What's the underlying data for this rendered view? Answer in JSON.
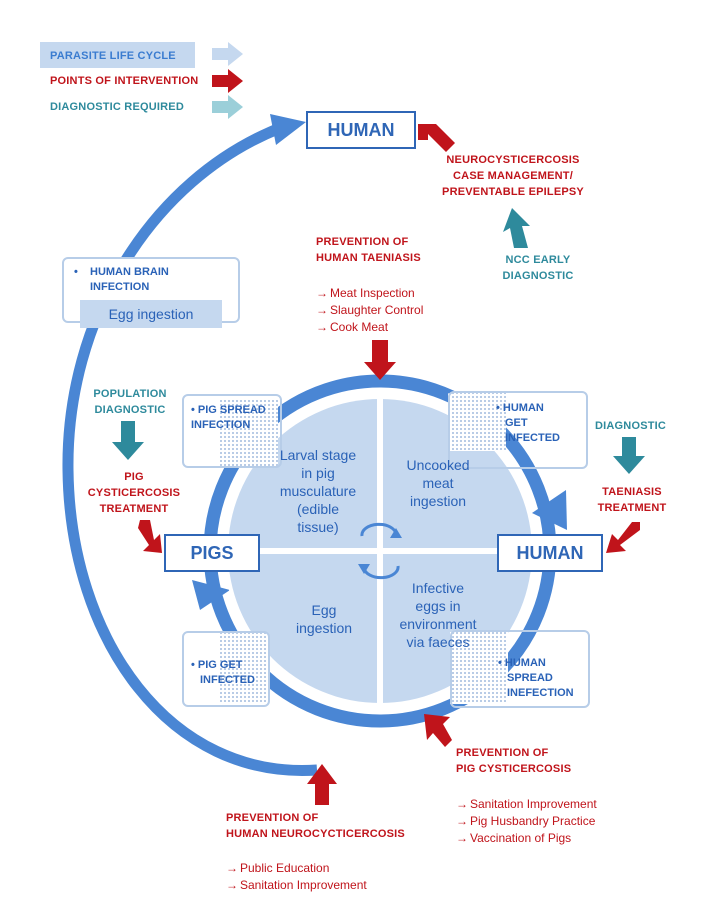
{
  "legend": {
    "life_cycle": "PARASITE LIFE CYCLE",
    "intervention": "POINTS OF INTERVENTION",
    "diagnostic": "DIAGNOSTIC REQUIRED"
  },
  "colors": {
    "life_cycle": "#4a86d4",
    "intervention": "#c0141b",
    "diagnostic": "#2e8a9c",
    "quadrant_fill": "#c5d8ef"
  },
  "human_top": "HUMAN",
  "human_mid": "HUMAN",
  "pigs": "PIGS",
  "ncc_management": [
    "NEUROCYSTICERCOSIS",
    "CASE MANAGEMENT/",
    "PREVENTABLE EPILEPSY"
  ],
  "ncc_early": [
    "NCC EARLY",
    "DIAGNOSTIC"
  ],
  "prevention_taeniasis": {
    "title": [
      "PREVENTION OF",
      "HUMAN TAENIASIS"
    ],
    "items": [
      "Meat Inspection",
      "Slaughter Control",
      "Cook Meat"
    ]
  },
  "human_brain_box": {
    "bullet": "•",
    "lines": [
      "HUMAN BRAIN",
      "INFECTION"
    ],
    "egg": "Egg ingestion"
  },
  "population_diagnostic": [
    "POPULATION",
    "DIAGNOSTIC"
  ],
  "pig_treatment": [
    "PIG",
    "CYSTICERCOSIS",
    "TREATMENT"
  ],
  "diagnostic_right": "DIAGNOSTIC",
  "taeniasis_treatment": [
    "TAENIASIS",
    "TREATMENT"
  ],
  "boxes": {
    "pig_spread": [
      "• PIG SPREAD",
      "INFECTION"
    ],
    "human_get": [
      "• HUMAN",
      "GET",
      "INFECTED"
    ],
    "pig_get": [
      "• PIG GET",
      "INFECTED"
    ],
    "human_spread": [
      "• HUMAN",
      "SPREAD",
      "INEFECTION"
    ]
  },
  "quadrants": {
    "tl": [
      "Larval stage",
      "in pig",
      "musculature",
      "(edible",
      "tissue)"
    ],
    "tr": [
      "Uncooked",
      "meat",
      "ingestion"
    ],
    "bl": [
      "Egg",
      "ingestion"
    ],
    "br": [
      "Infective",
      "eggs in",
      "environment",
      "via faeces"
    ]
  },
  "prevention_cysticercosis": {
    "title": [
      "PREVENTION OF",
      "PIG CYSTICERCOSIS"
    ],
    "items": [
      "Sanitation Improvement",
      "Pig Husbandry Practice",
      "Vaccination of Pigs"
    ]
  },
  "prevention_ncc": {
    "title": [
      "PREVENTION OF",
      "HUMAN NEUROCYCTICERCOSIS"
    ],
    "items": [
      "Public Education",
      "Sanitation Improvement"
    ]
  },
  "list_arrow": "→"
}
